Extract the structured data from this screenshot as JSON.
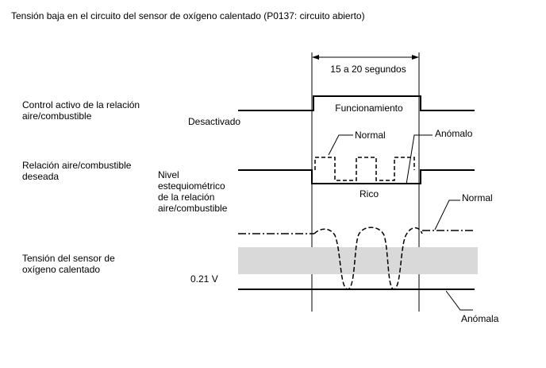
{
  "title": "Tensión baja en el circuito del sensor de oxígeno calentado (P0137: circuito abierto)",
  "duration_label": "15 a 20 segundos",
  "rows": {
    "afr_control": {
      "label_line1": "Control activo de la relación",
      "label_line2": "aire/combustible",
      "off_label": "Desactivado",
      "on_label": "Funcionamiento"
    },
    "target_afr": {
      "label_line1": "Relación aire/combustible",
      "label_line2": "deseada",
      "level_line1": "Nivel",
      "level_line2": "estequiométrico",
      "level_line3": "de la relación",
      "level_line4": "aire/combustible",
      "rich_label": "Rico",
      "normal_label": "Normal",
      "abnormal_label": "Anómalo"
    },
    "sensor_voltage": {
      "label_line1": "Tensión del sensor de",
      "label_line2": "oxígeno calentado",
      "threshold_label": "0.21 V",
      "normal_label": "Normal",
      "abnormal_label": "Anómala"
    }
  },
  "colors": {
    "line": "#000000",
    "band": "#d9d9d9",
    "background": "#ffffff"
  }
}
